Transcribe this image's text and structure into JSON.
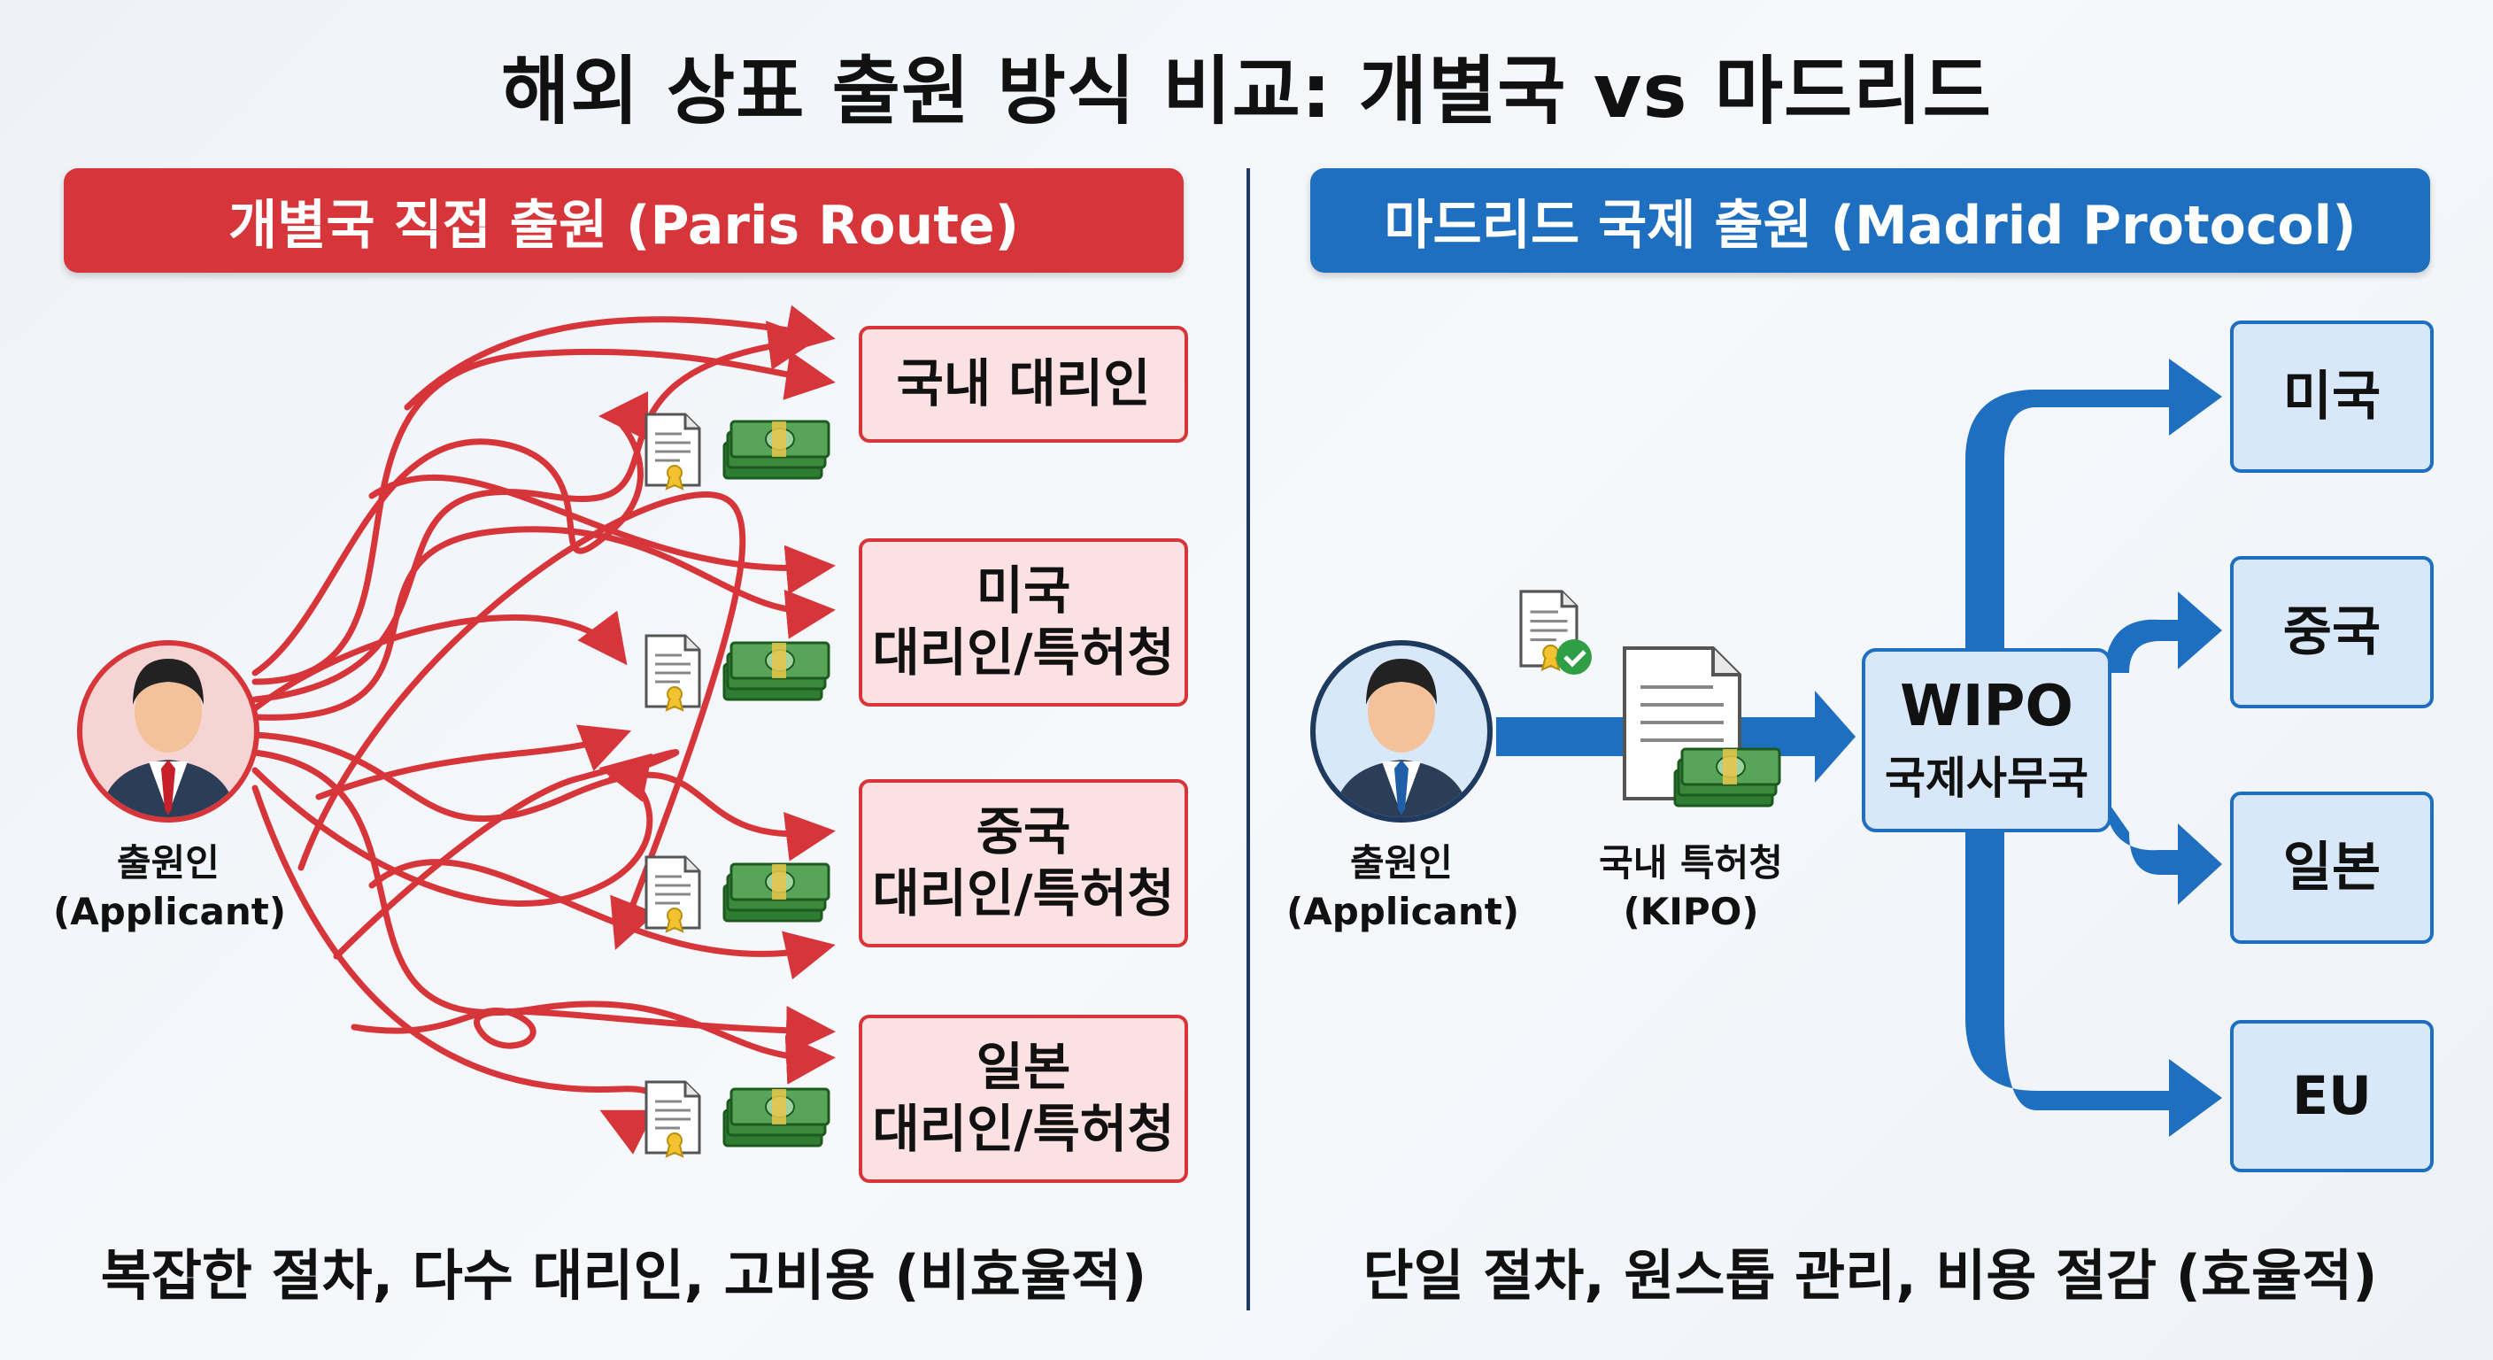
{
  "title": "해외 상표 출원 방식 비교: 개별국 vs 마드리드",
  "left": {
    "banner": "개별국 직접 출원 (Paris Route)",
    "applicant": {
      "name": "출원인",
      "sub": "(Applicant)"
    },
    "targets": [
      {
        "line1": "국내 대리인",
        "line2": ""
      },
      {
        "line1": "미국",
        "line2": "대리인/특허청"
      },
      {
        "line1": "중국",
        "line2": "대리인/특허청"
      },
      {
        "line1": "일본",
        "line2": "대리인/특허청"
      }
    ],
    "summary": "복잡한 절차, 다수 대리인, 고비용 (비효율적)"
  },
  "right": {
    "banner": "마드리드 국제 출원 (Madrid Protocol)",
    "applicant": {
      "name": "출원인",
      "sub": "(Applicant)"
    },
    "kipo_label": "국내 특허청(KIPO)",
    "wipo": {
      "name": "WIPO",
      "sub": "국제사무국"
    },
    "targets": [
      "미국",
      "중국",
      "일본",
      "EU"
    ],
    "summary": "단일 절차, 원스톱 관리, 비용 절감 (효율적)"
  },
  "colors": {
    "red": "#d6353a",
    "red_light": "#fbe1e1",
    "blue": "#1f6fc0",
    "blue_light": "#d8e8f8",
    "money": "#3b8a3b"
  },
  "icons": [
    "person-icon",
    "document-icon",
    "money-icon",
    "check-icon"
  ]
}
